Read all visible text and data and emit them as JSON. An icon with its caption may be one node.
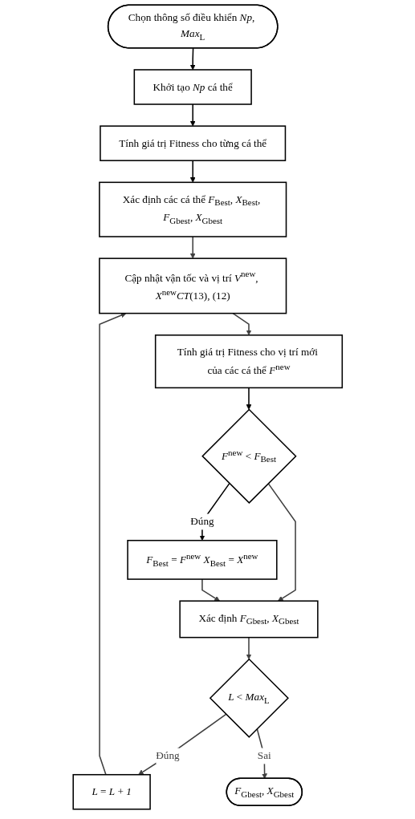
{
  "diagram": {
    "nodes": [
      {
        "text": [
          "Chọn thông số điều khiển *Np*, *Max*$_{L}$"
        ]
      },
      {
        "text": [
          "Khởi tạo *Np* cá thể"
        ]
      },
      {
        "text": [
          "Tính giá trị Fitness cho từng cá thể"
        ]
      },
      {
        "text": [
          "Xác định các cá thể *F*$_{Best}$, *X*$_{Best}$, *F*$_{Gbest}$, *X*$_{Gbest}$"
        ]
      },
      {
        "text": [
          "Cập nhật vận tốc và vị trí *V*$^{new}$, *X*$^{new}$*CT*(13), (12)"
        ]
      },
      {
        "text": [
          "Tính giá trị Fitness cho vị trí mới của các cá thể *F*$^{new}$"
        ]
      },
      {
        "text": [
          "*F*$^{new}$ < *F*$_{Best}$"
        ]
      },
      {
        "text": [
          "*F*$_{Best}$ = *F*$^{new}$ *X*$_{Best}$ = *X*$^{new}$"
        ]
      },
      {
        "text": [
          "Xác định *F*$_{Gbest}$, *X*$_{Gbest}$"
        ]
      },
      {
        "text": [
          "*L* < *Max*$_{L}$"
        ]
      },
      {
        "text": [
          "*L* = *L* + *1*"
        ]
      },
      {
        "text": [
          "*F*$_{Gbest}$, *X*$_{Gbest}$"
        ]
      }
    ],
    "edges": [
      {
        "from": 0,
        "to": 1,
        "arrow": "to",
        "color": "#000000"
      },
      {
        "from": 1,
        "to": 2,
        "arrow": "to",
        "color": "#000000"
      },
      {
        "from": 2,
        "to": 3,
        "arrow": "to",
        "color": "#000000"
      },
      {
        "from": 3,
        "to": 4,
        "arrow": "to"
      },
      {
        "from": 4,
        "to": 5,
        "arrow": "to"
      },
      {
        "from": 5,
        "to": 6,
        "arrow": "to",
        "color": "#000000"
      },
      {
        "from": 6,
        "to": 7,
        "arrow": "to",
        "label": "Đúng",
        "color": "#000000"
      },
      {
        "from": 6,
        "to": 8,
        "arrow": "to"
      },
      {
        "from": 7,
        "to": 8,
        "arrow": "to"
      },
      {
        "from": 8,
        "to": 9,
        "arrow": "to"
      },
      {
        "from": 9,
        "to": 10,
        "arrow": "to",
        "label": "Đúng"
      },
      {
        "from": 10,
        "to": 4,
        "arrow": "to"
      },
      {
        "from": 9,
        "to": 11,
        "arrow": "to",
        "label": "Sai"
      }
    ]
  }
}
